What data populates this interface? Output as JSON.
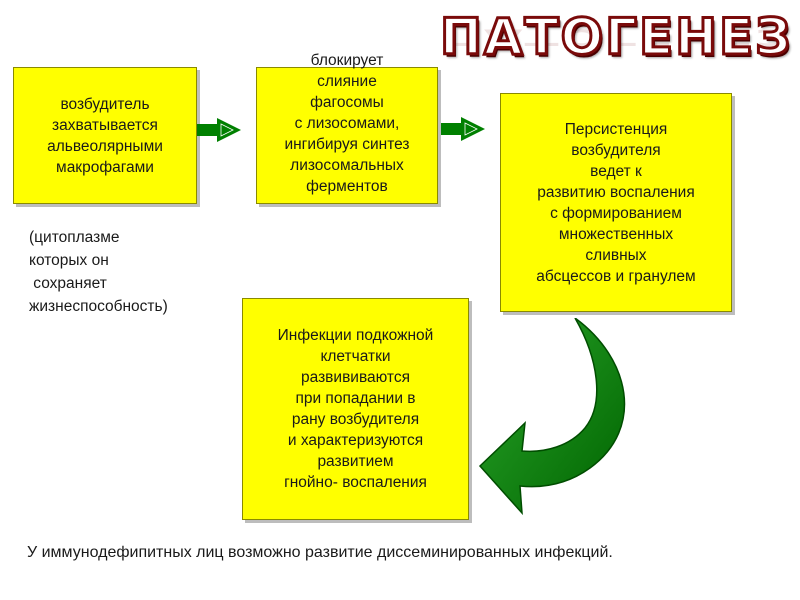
{
  "title": "ПАТОГЕНЕЗ",
  "boxes": {
    "capture": "возбудитель\nзахватывается\nальвеолярными\nмакрофагами",
    "block": "блокирует\nслияние\nфагосомы\nс лизосомами,\nингибируя синтез\nлизосомальных\nферментов",
    "persistence": "Персистенция\nвозбудителя\nведет к\nразвитию воспаления\nс формированием\nмножественных\nсливных\nабсцессов и гранулем",
    "subcutaneous": "Инфекции подкожной\nклетчатки\nразвививаются\nпри попадании в\nрану возбудителя\nи характеризуются\nразвитием\nгнойно- воспаления"
  },
  "note": "(цитоплазме\nкоторых он\n сохраняет\nжизнеспособность)",
  "footer": "У иммунодефипитных лиц возможно развитие диссеминированных инфекций.",
  "colors": {
    "box_fill": "#ffff00",
    "arrow_green": "#008000",
    "title_outline": "#7a0a0a"
  }
}
